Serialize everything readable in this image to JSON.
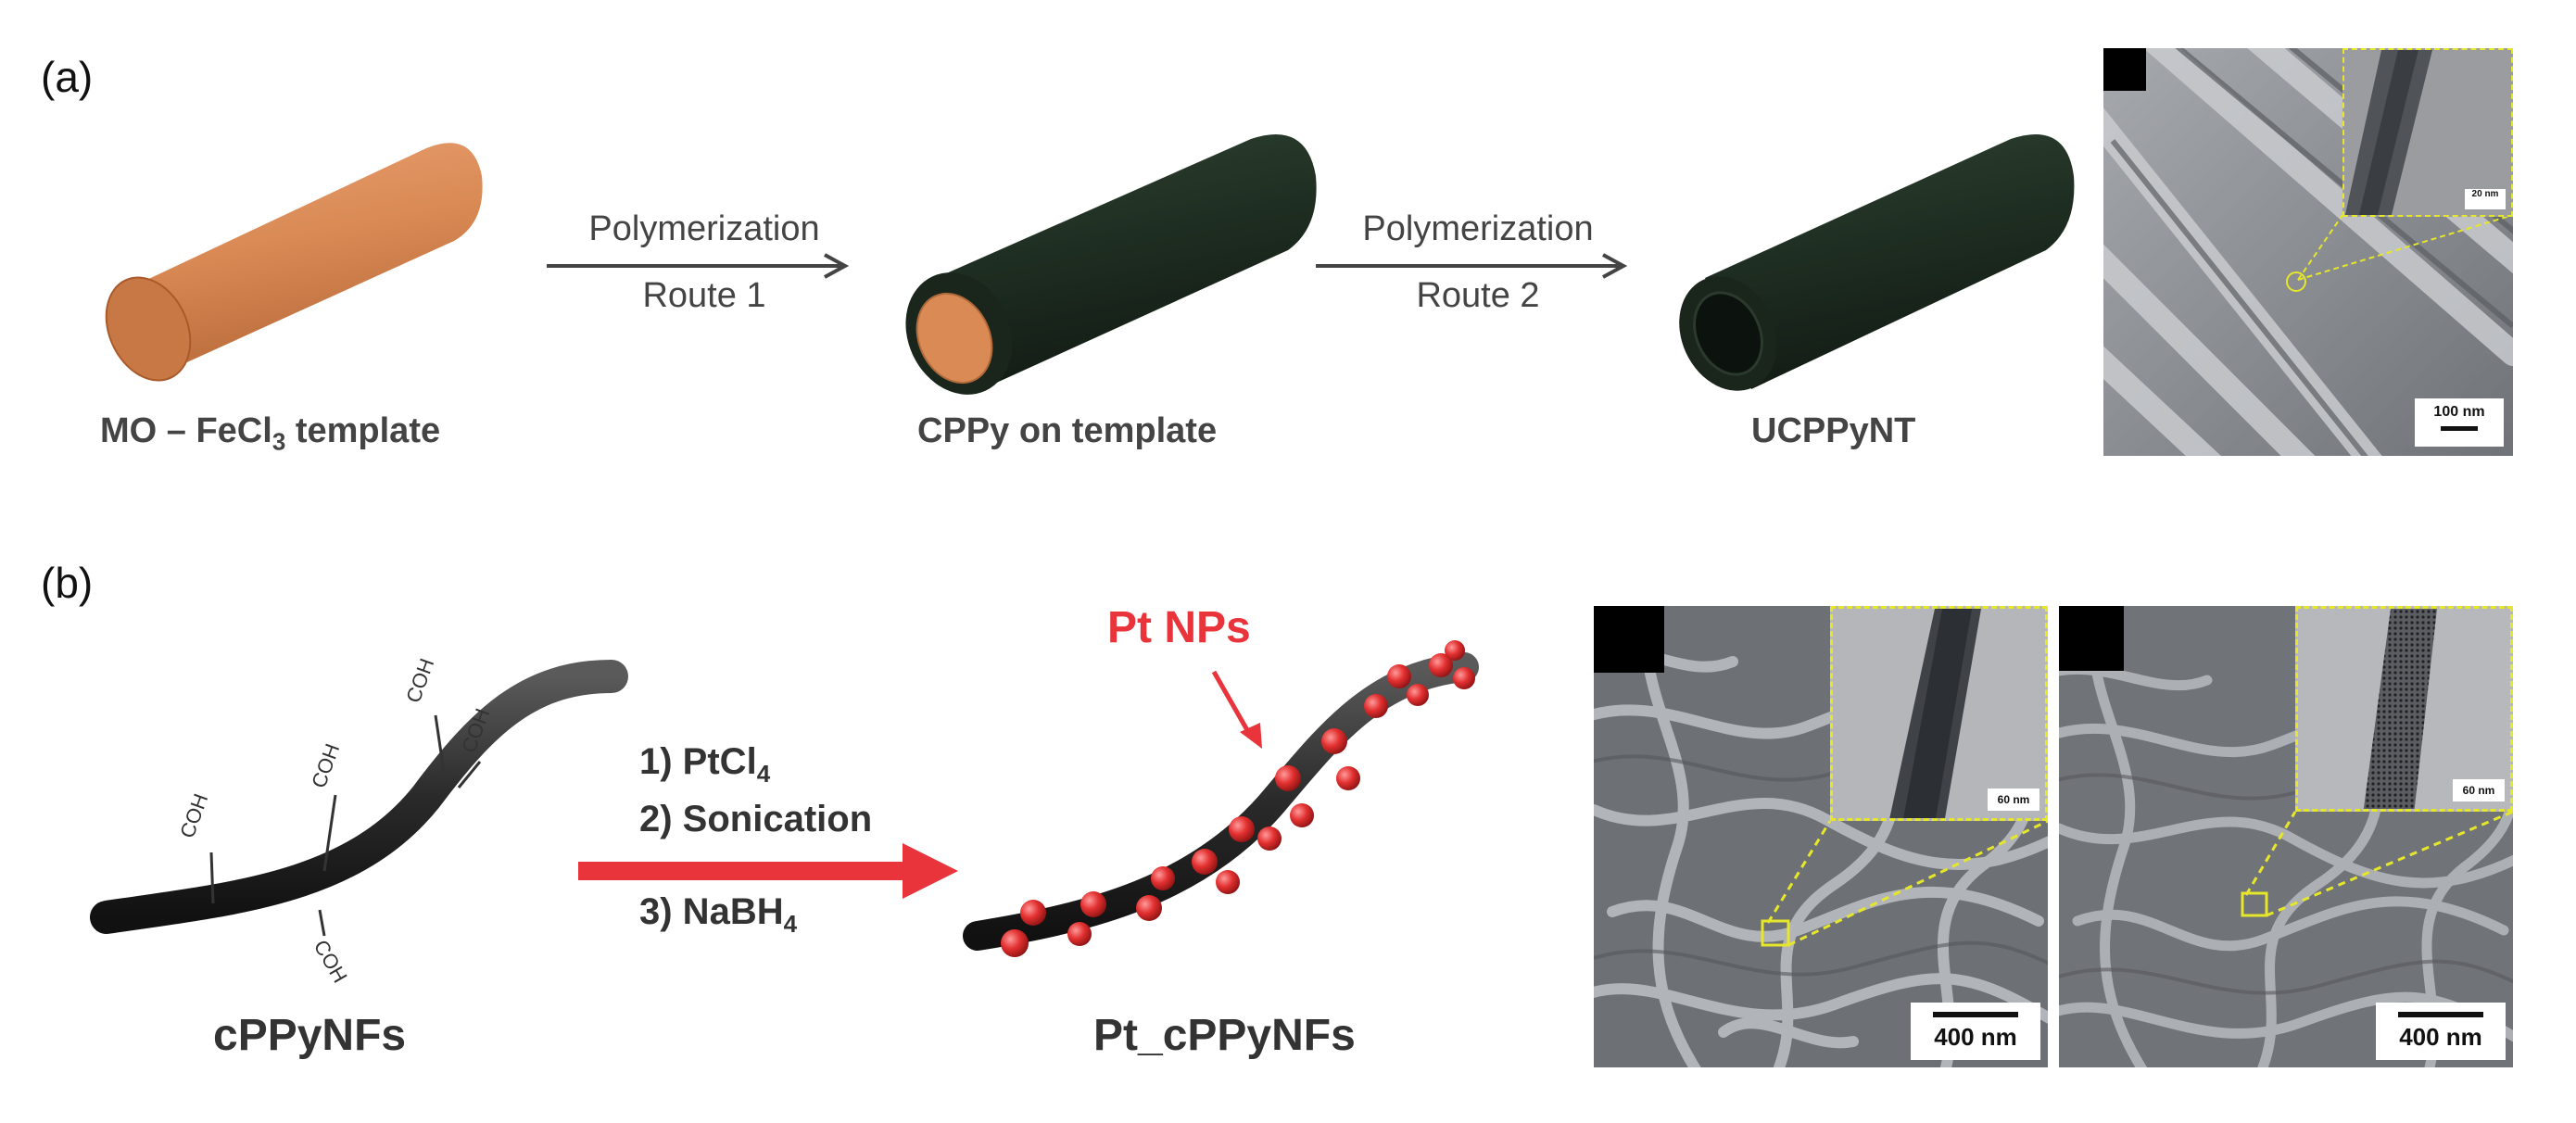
{
  "panel_a": {
    "label": "(a)",
    "template_caption": "MO – FeCl",
    "template_caption_sub": "3",
    "template_caption_end": " template",
    "arrow1_line1": "Polymerization",
    "arrow1_line2": "Route 1",
    "cppy_caption": "CPPy on template",
    "arrow2_line1": "Polymerization",
    "arrow2_line2": "Route 2",
    "ucppynt_caption": "UCPPyNT",
    "sem_scale": "100 nm",
    "inset_scale": "20 nm"
  },
  "panel_b": {
    "label": "(b)",
    "fiber_caption": "cPPyNFs",
    "cooh_label": "COH",
    "step1_prefix": "1) PtCl",
    "step1_sub": "4",
    "step2": "2) Sonication",
    "step3_prefix": "3) NaBH",
    "step3_sub": "4",
    "pt_label": "Pt NPs",
    "pt_caption": "Pt_cPPyNFs",
    "sem1_scale": "400 nm",
    "sem1_inset_scale": "60 nm",
    "sem2_scale": "400 nm",
    "sem2_inset_scale": "60 nm"
  },
  "colors": {
    "copper": "#d98a55",
    "dark_green": "#1f2e22",
    "arrow_red": "#e8343a",
    "highlight_yellow": "#e6e62a"
  }
}
